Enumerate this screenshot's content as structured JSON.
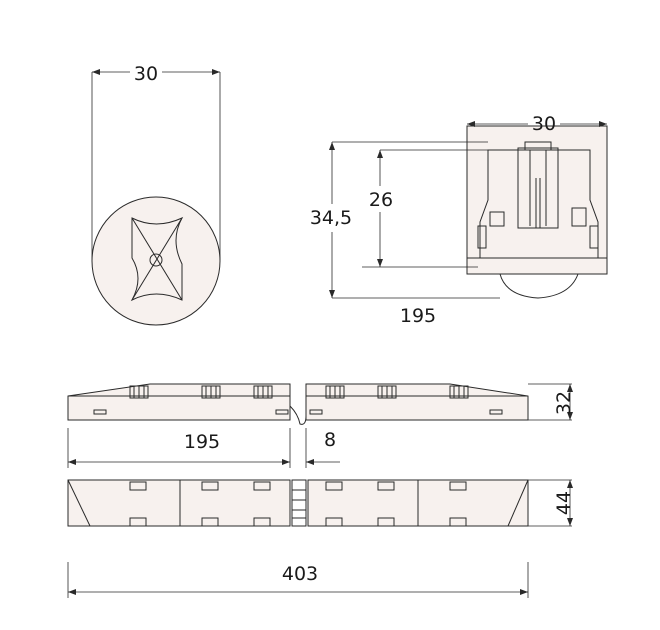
{
  "drawing": {
    "dimensions": {
      "top_view_width": "30",
      "side_view_width": "30",
      "side_view_height": "34,5",
      "side_view_inner_height": "26",
      "side_view_cutout": "195",
      "profile_length": "195",
      "profile_gap": "8",
      "profile_height": "32",
      "bottom_width": "44",
      "total_length": "403"
    }
  }
}
